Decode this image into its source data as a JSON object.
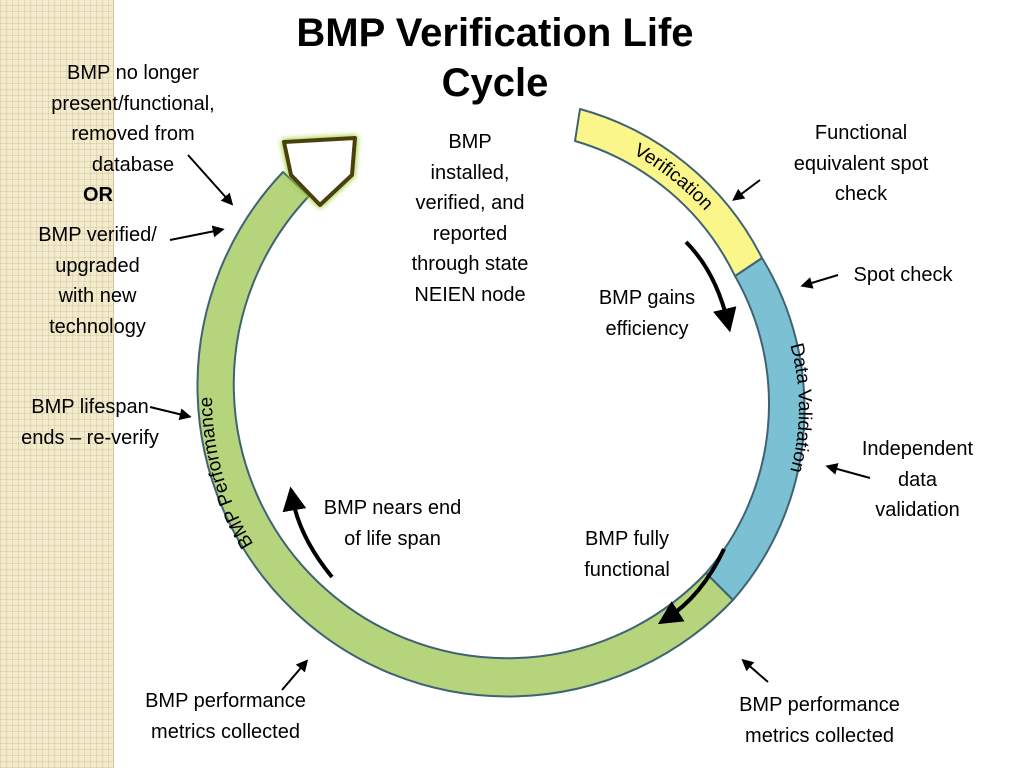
{
  "title": {
    "line1": "BMP Verification Life",
    "line2": "Cycle"
  },
  "colors": {
    "verification_fill": "#fbf68a",
    "data_validation_fill": "#7cc0d4",
    "performance_fill": "#b5d47c",
    "stroke": "#3f6375",
    "arrowhead_stroke": "#4a3f0e"
  },
  "segments": {
    "verification": "Verification",
    "data_validation": "Data Validation",
    "performance": "BMP Performance"
  },
  "labels": {
    "center": [
      "BMP",
      "installed,",
      "verified, and",
      "reported",
      "through state",
      "NEIEN node"
    ],
    "gains_efficiency": [
      "BMP gains",
      "efficiency"
    ],
    "fully_functional": [
      "BMP fully",
      "functional"
    ],
    "nears_end": [
      "BMP nears end",
      "of life span"
    ],
    "functional_equivalent": [
      "Functional",
      "equivalent spot",
      "check"
    ],
    "spot_check": "Spot check",
    "independent_validation": [
      "Independent",
      "data",
      "validation"
    ],
    "metrics_right": [
      "BMP performance",
      "metrics collected"
    ],
    "metrics_left": [
      "BMP performance",
      "metrics collected"
    ],
    "lifespan_ends": [
      "BMP lifespan",
      "ends – re-verify"
    ],
    "no_longer": [
      "BMP no longer",
      "present/functional,",
      "removed from",
      "database"
    ],
    "or": "OR",
    "upgraded": [
      "BMP verified/",
      "upgraded",
      "with new",
      "technology"
    ]
  }
}
